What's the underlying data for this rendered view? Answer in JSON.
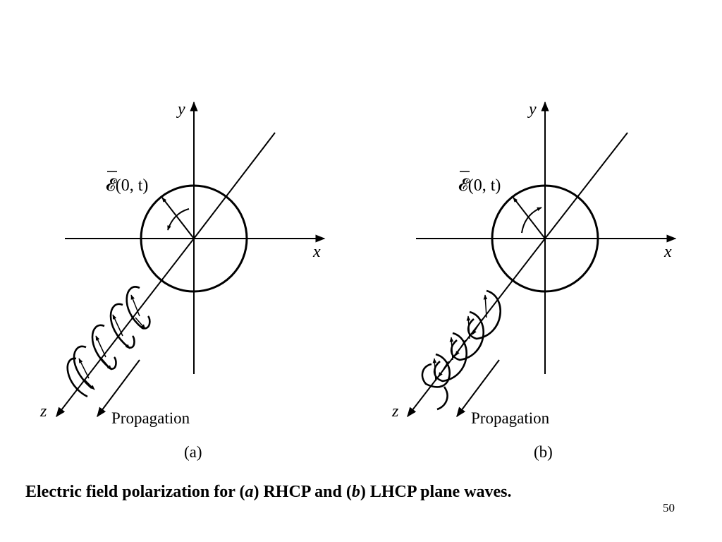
{
  "panels": [
    {
      "id": "a",
      "panel_label": "(a)",
      "axis_y": "y",
      "axis_x": "x",
      "axis_z": "z",
      "field_symbol": "𝓔",
      "field_args": "(0, t)",
      "propagation_label": "Propagation",
      "rotation": "RHCP"
    },
    {
      "id": "b",
      "panel_label": "(b)",
      "axis_y": "y",
      "axis_x": "x",
      "axis_z": "z",
      "field_symbol": "𝓔",
      "field_args": "(0, t)",
      "propagation_label": "Propagation",
      "rotation": "LHCP"
    }
  ],
  "caption": {
    "prefix": "Electric field polarization for (",
    "a_letter": "a",
    "middle": ") RHCP and (",
    "b_letter": "b",
    "suffix": ") LHCP plane waves."
  },
  "slide_number": "50"
}
